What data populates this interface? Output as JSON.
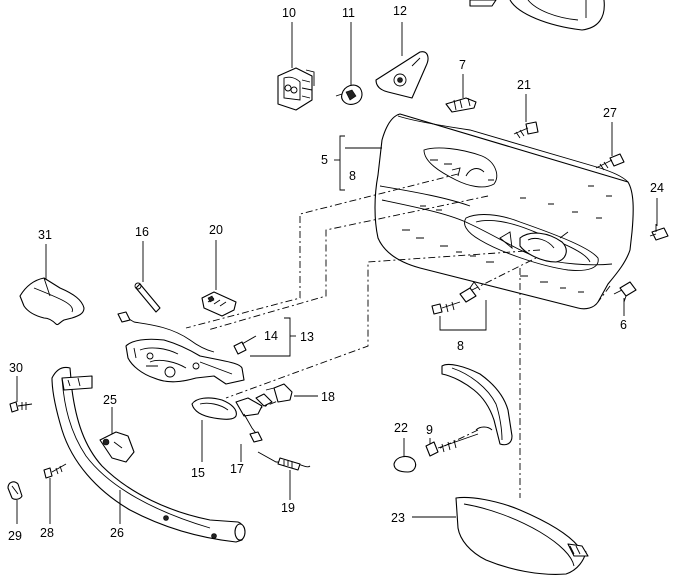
{
  "diagram": {
    "labels": [
      "10",
      "11",
      "12",
      "7",
      "21",
      "27",
      "5",
      "8",
      "24",
      "31",
      "16",
      "20",
      "14",
      "13",
      "6",
      "8",
      "30",
      "25",
      "18",
      "22",
      "9",
      "15",
      "17",
      "29",
      "28",
      "26",
      "19",
      "23"
    ]
  }
}
